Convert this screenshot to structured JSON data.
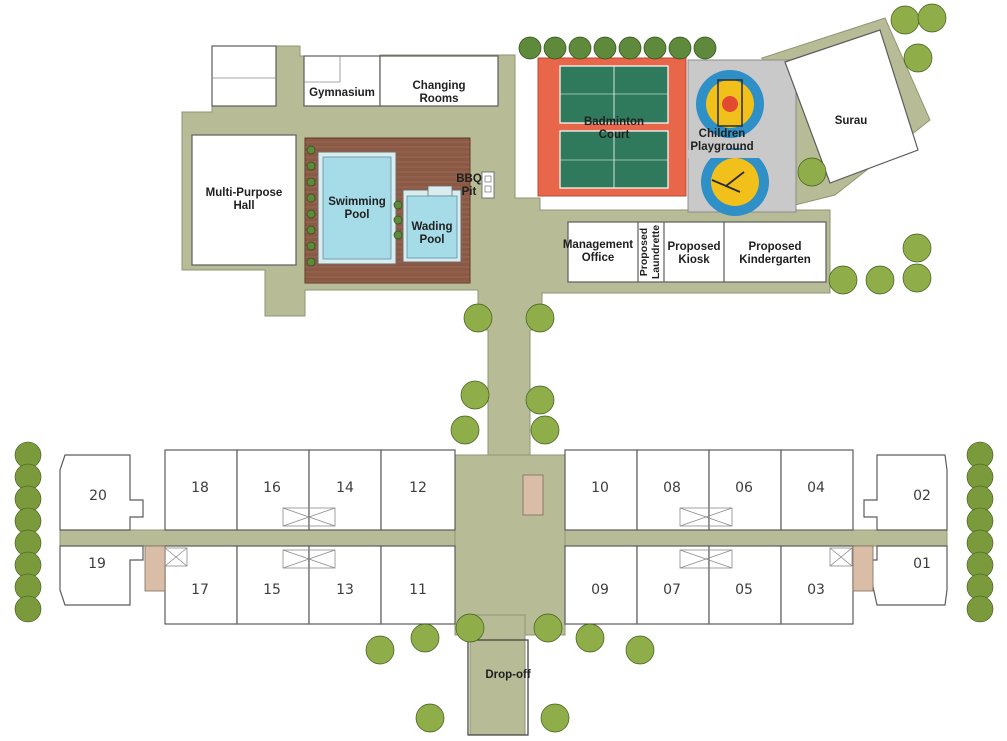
{
  "facilities": {
    "gymnasium": "Gymnasium",
    "changing_rooms": [
      "Changing",
      "Rooms"
    ],
    "multi_purpose_hall": [
      "Multi-Purpose",
      "Hall"
    ],
    "swimming_pool": [
      "Swimming",
      "Pool"
    ],
    "wading_pool": [
      "Wading",
      "Pool"
    ],
    "bbq_pit": [
      "BBQ",
      "Pit"
    ],
    "badminton_court": [
      "Badminton",
      "Court"
    ],
    "children_playground": [
      "Children",
      "Playground"
    ],
    "surau": "Surau",
    "management_office": [
      "Management",
      "Office"
    ],
    "proposed_laundrette": [
      "Proposed",
      "Laundrette"
    ],
    "proposed_kiosk": [
      "Proposed",
      "Kiosk"
    ],
    "proposed_kindergarten": [
      "Proposed",
      "Kindergarten"
    ],
    "drop_off": "Drop-off"
  },
  "units": {
    "top_row": [
      "20",
      "18",
      "16",
      "14",
      "12",
      "10",
      "08",
      "06",
      "04",
      "02"
    ],
    "bottom_row": [
      "19",
      "17",
      "15",
      "13",
      "11",
      "09",
      "07",
      "05",
      "03",
      "01"
    ]
  },
  "colors": {
    "walkway": "#b7bc96",
    "pool_water": "#a6dce8",
    "pool_deck": "#8a5a45",
    "court_surface": "#2f7a5c",
    "court_border": "#e8674b",
    "stair_fill": "#d9bda6",
    "tree": "#8fae4a"
  }
}
